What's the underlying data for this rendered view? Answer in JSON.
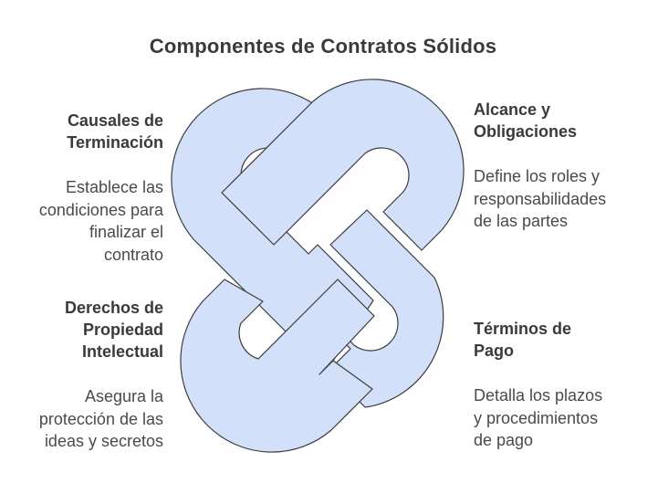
{
  "title": "Componentes de Contratos Sólidos",
  "colors": {
    "fill": "#d3e0fa",
    "stroke": "#3c3c3c",
    "text": "#3a3a3a"
  },
  "items": {
    "top_left": {
      "heading": [
        "Causales de",
        "Terminación"
      ],
      "description": [
        "Establece las",
        "condiciones para",
        "finalizar el",
        "contrato"
      ]
    },
    "top_right": {
      "heading": [
        "Alcance y",
        "Obligaciones"
      ],
      "description": [
        "Define los roles y",
        "responsabilidades",
        "de las partes"
      ]
    },
    "bottom_left": {
      "heading": [
        "Derechos de",
        "Propiedad",
        "Intelectual"
      ],
      "description": [
        "Asegura la",
        "protección de las",
        "ideas y secretos"
      ]
    },
    "bottom_right": {
      "heading": [
        "Términos de",
        "Pago"
      ],
      "description": [
        "Detalla los plazos",
        "y procedimientos",
        "de pago"
      ]
    }
  }
}
